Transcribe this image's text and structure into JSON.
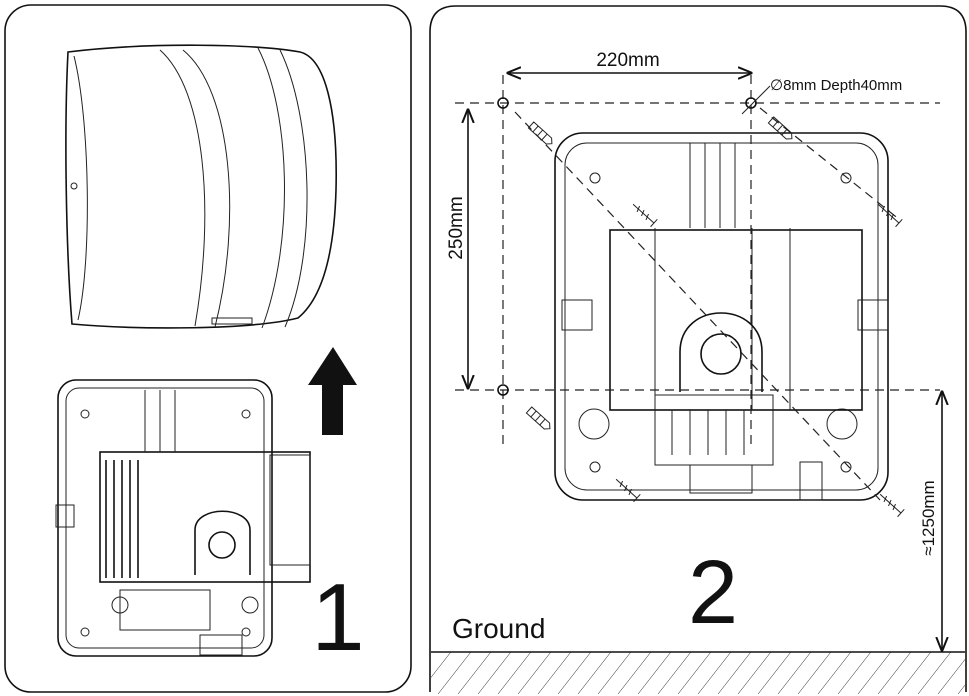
{
  "panels": [
    {
      "step_number": "1"
    },
    {
      "step_number": "2"
    }
  ],
  "dimensions": {
    "width_label": "220mm",
    "height_label": "250mm",
    "hole_label": "∅8mm  Depth40mm",
    "ground_height_label": "≈1250mm"
  },
  "ground_label": "Ground"
}
